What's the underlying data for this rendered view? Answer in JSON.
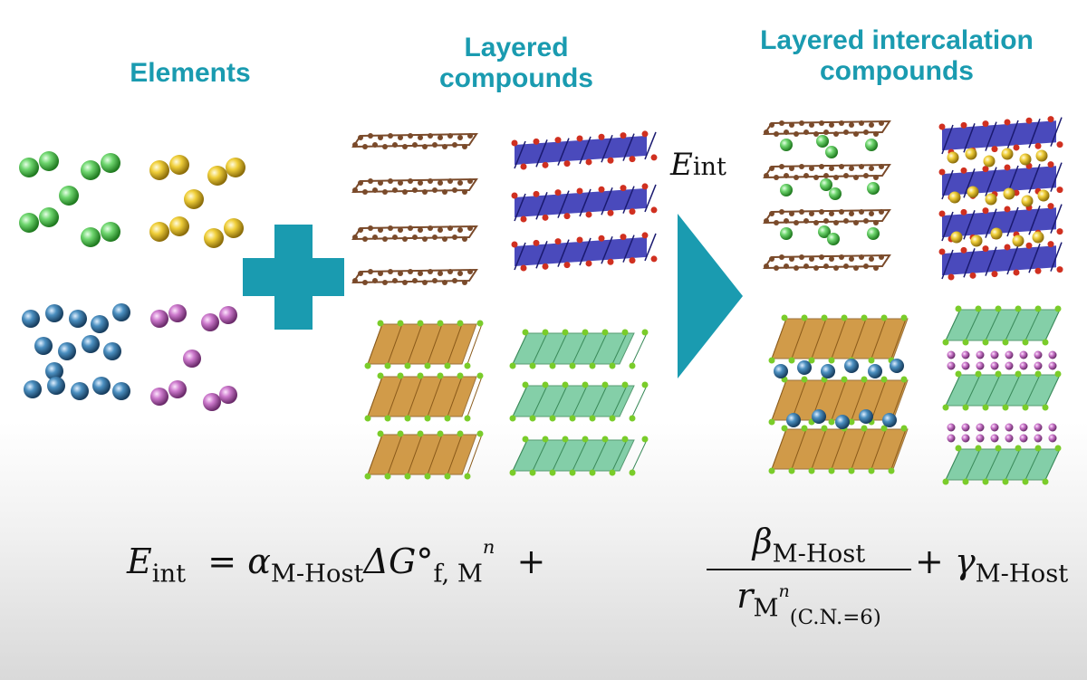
{
  "headers": {
    "elements": "Elements",
    "layered": [
      "Layered",
      "compounds"
    ],
    "intercalation": [
      "Layered intercalation",
      "compounds"
    ]
  },
  "arrow_label": {
    "symbol": "E",
    "subscript": "int"
  },
  "equation": {
    "lhs_symbol": "E",
    "lhs_sub": "int",
    "equals": "=",
    "alpha": "α",
    "alpha_sub": "M-Host",
    "delta_g": "ΔG°",
    "delta_g_sub": "f, M",
    "delta_g_sup": "n",
    "plus": "+",
    "beta": "β",
    "beta_sub": "M-Host",
    "r": "r",
    "r_sub": "M",
    "r_sup": "n",
    "r_subsub": "(C.N.=6)",
    "plus2": "+",
    "gamma": "γ",
    "gamma_sub": "M-Host"
  },
  "colors": {
    "accent": "#1a9bb0",
    "element_green": "#5cc45c",
    "element_yellow": "#e8c430",
    "element_blue": "#3d7fae",
    "element_pink": "#c26ac2",
    "graphene_brown": "#7a4a2a",
    "octahedra_blue": "#2a2ab0",
    "octahedra_red": "#d03020",
    "layer_orange": "#c98a2a",
    "layer_green": "#6fc79a",
    "atom_lime": "#7acc2a"
  }
}
